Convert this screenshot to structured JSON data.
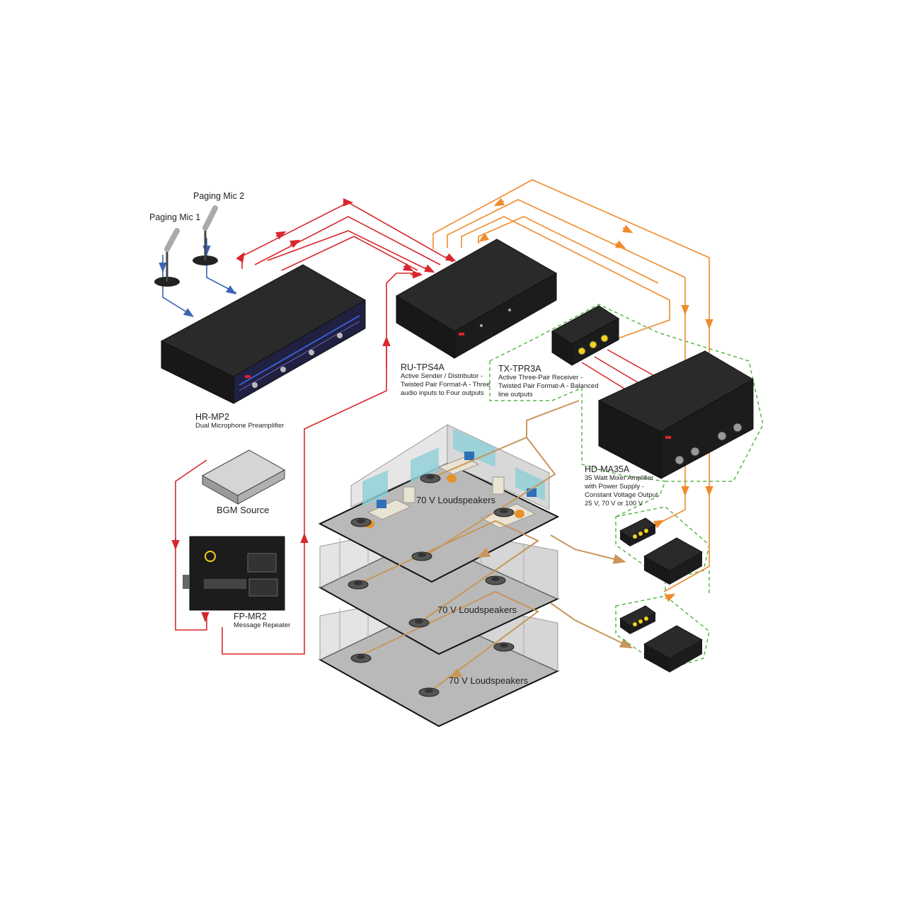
{
  "labels": {
    "paging_mic_1": "Paging Mic 1",
    "paging_mic_2": "Paging Mic 2",
    "hr_mp2_title": "HR-MP2",
    "hr_mp2_desc": "Dual Microphone Preamplifier",
    "ru_tps4a_title": "RU-TPS4A",
    "ru_tps4a_desc": [
      "Active Sender / Distributor -",
      "Twisted Pair Format-A - Three",
      "audio inputs to Four outputs"
    ],
    "tx_tpr3a_title": "TX-TPR3A",
    "tx_tpr3a_desc": [
      "Active Three-Pair Receiver -",
      "Twisted Pair Format-A - Balanced",
      "line outputs"
    ],
    "hd_ma35a_title": "HD-MA35A",
    "hd_ma35a_desc": [
      "35 Watt Mixer Amplifier",
      "with Power Supply -",
      "Constant Voltage Output",
      "25 V, 70 V or 100 V"
    ],
    "bgm_source": "BGM Source",
    "fp_mr2_title": "FP-MR2",
    "fp_mr2_desc": "Message Repeater",
    "floor1_speakers": "70 V Loudspeakers",
    "floor2_speakers": "70 V Loudspeakers",
    "floor3_speakers": "70 V Loudspeakers"
  },
  "colors": {
    "mic_line": "#3a66b5",
    "audio_line": "#d8262c",
    "twisted_pair_line": "#f08a2b",
    "speaker_line": "#c8965a",
    "enclosure_dash": "#59b74a",
    "device_body": "#1e1e1e"
  }
}
